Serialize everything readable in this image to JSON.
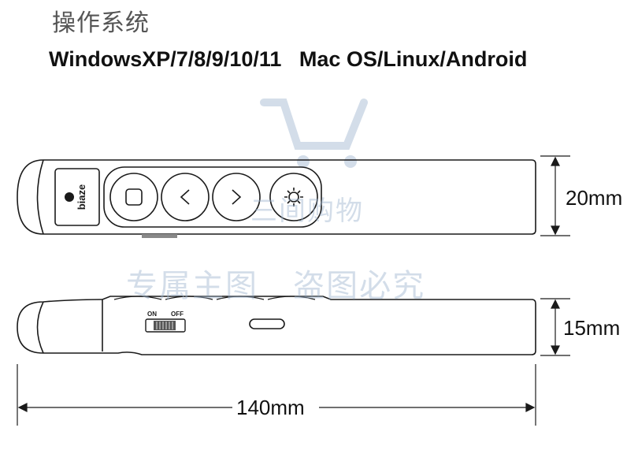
{
  "header": {
    "title": "操作系统",
    "systems": "WindowsXP/7/8/9/10/11   Mac OS/Linux/Android"
  },
  "device": {
    "brand": "biaze",
    "switch_on": "ON",
    "switch_off": "OFF",
    "buttons": [
      "square-button",
      "prev-button",
      "next-button",
      "laser-button"
    ]
  },
  "dimensions": {
    "height_top": "20mm",
    "height_side": "15mm",
    "length": "140mm"
  },
  "watermark": {
    "line1": "三间购物",
    "line2": "专属主图   盗图必究"
  },
  "colors": {
    "outline": "#1a1a1a",
    "watermark": "#9fb6cf"
  }
}
